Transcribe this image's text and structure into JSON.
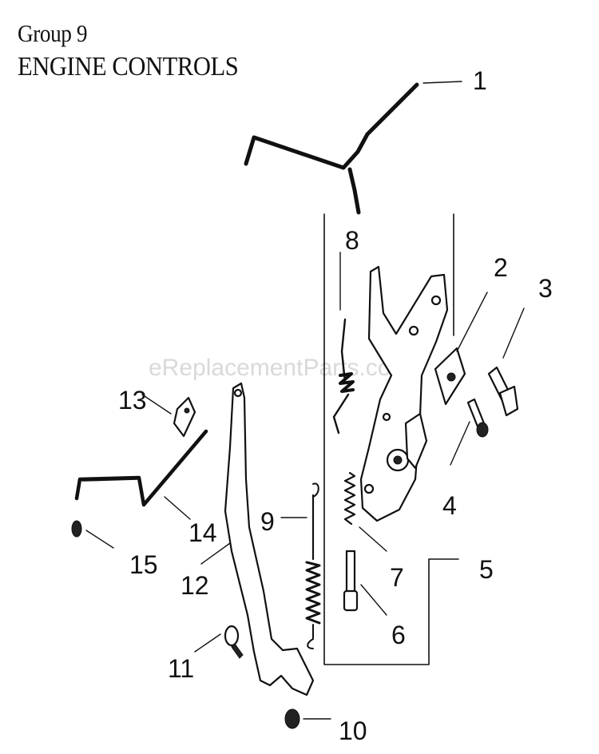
{
  "header": {
    "group_label": "Group 9",
    "section_title": "ENGINE CONTROLS"
  },
  "watermark": "eReplacementParts.com",
  "callouts": {
    "c1": "1",
    "c2": "2",
    "c3": "3",
    "c4": "4",
    "c5": "5",
    "c6": "6",
    "c7": "7",
    "c8": "8",
    "c9": "9",
    "c10": "10",
    "c11": "11",
    "c12": "12",
    "c13": "13",
    "c14": "14",
    "c15": "15"
  }
}
